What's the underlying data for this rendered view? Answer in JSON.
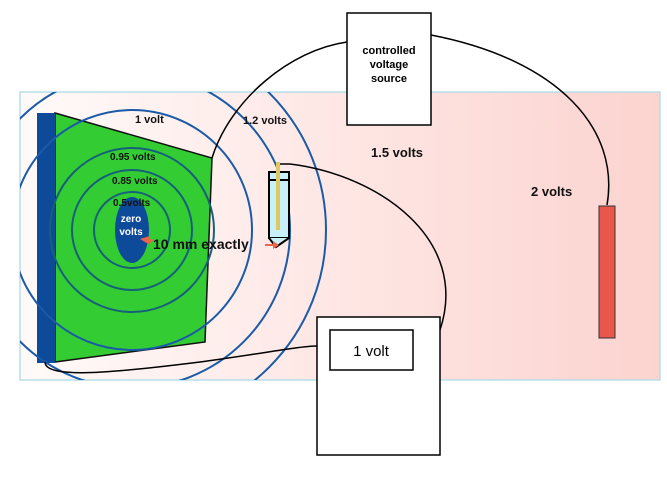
{
  "labels": {
    "source": [
      "controlled",
      "voltage",
      "source"
    ],
    "region_1v": "1 volt",
    "region_1_2v": "1.2 volts",
    "region_1_5v": "1.5 volts",
    "region_2v": "2 volts",
    "ring_095": "0.95 volts",
    "ring_085": "0.85 volts",
    "ring_05": "0.5volts",
    "zero": [
      "zero",
      "volts"
    ],
    "distance": "10 mm exactly",
    "meter_reading": "1 volt"
  },
  "colors": {
    "plate": "#33cc33",
    "electrode": "#0d4a99",
    "rings": "#1a5aa8",
    "rod": "#e8574a",
    "field_start": "#fffaf9",
    "field_end": "#fcd3cf"
  }
}
